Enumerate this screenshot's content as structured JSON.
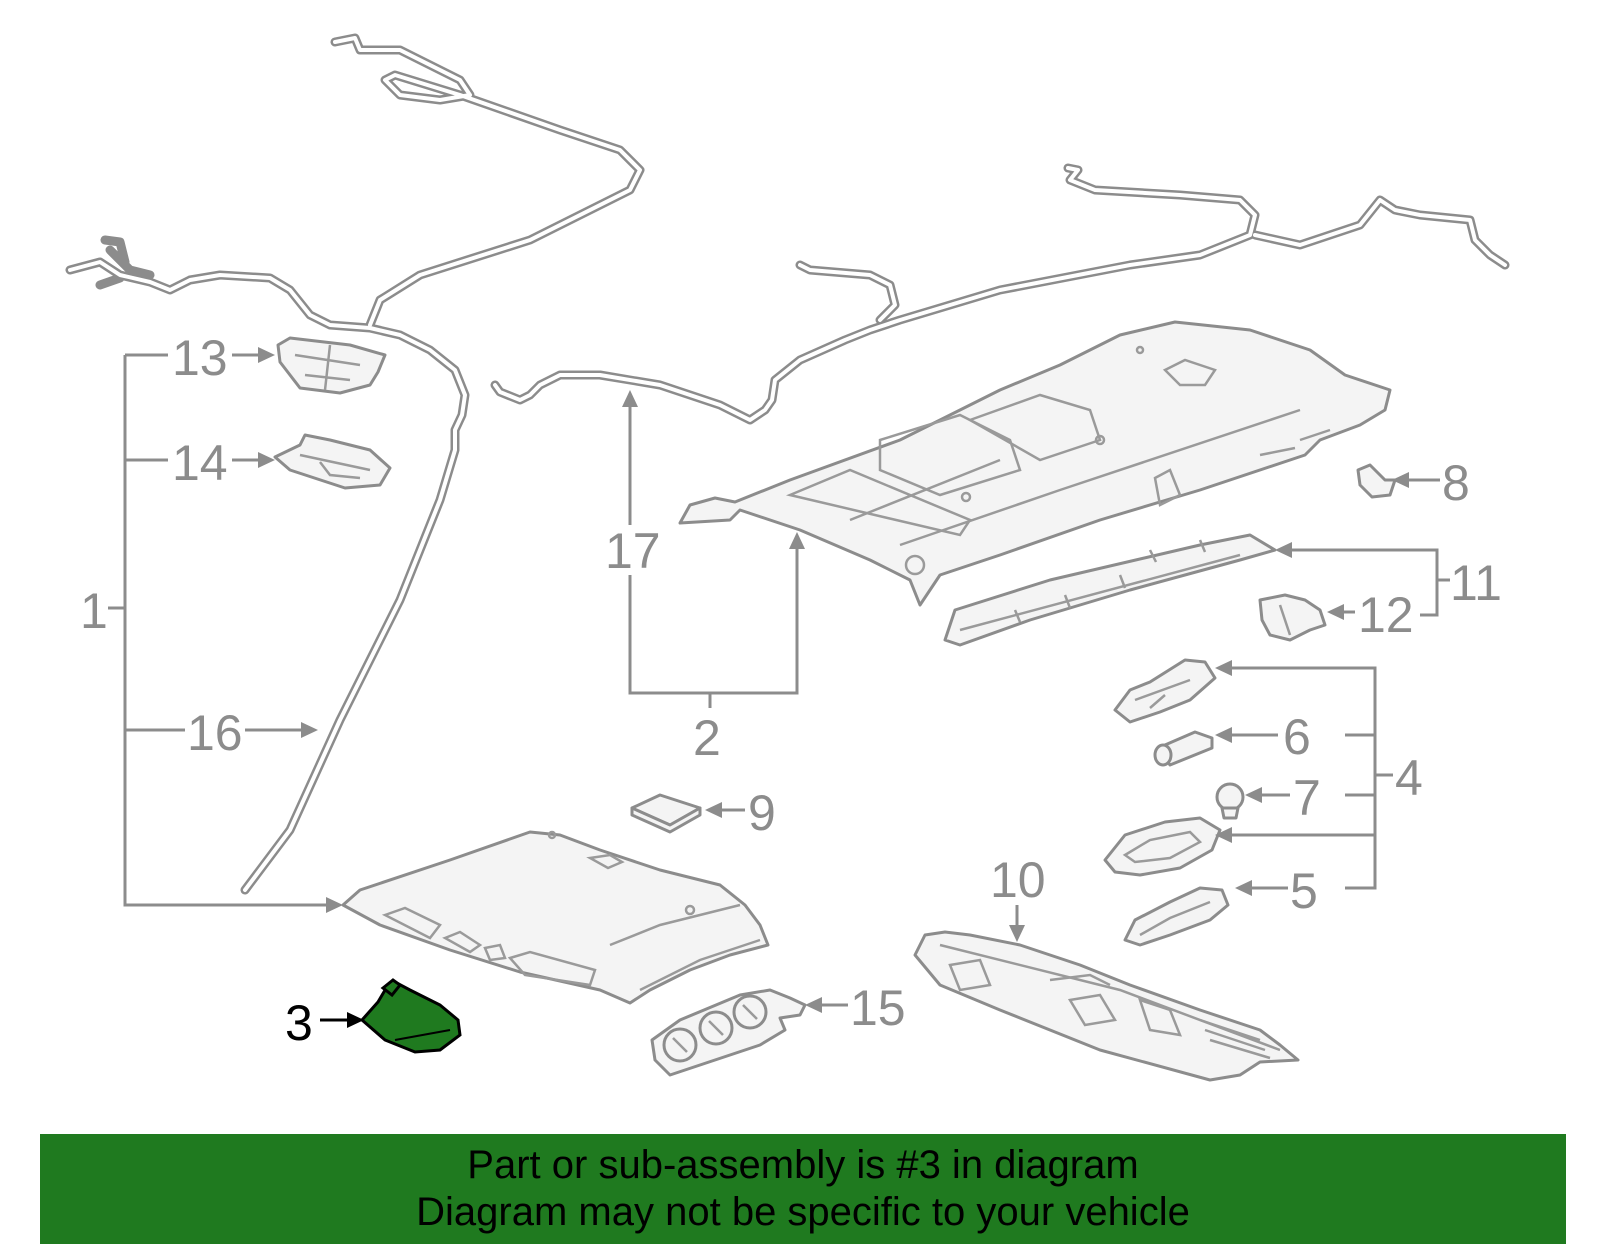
{
  "diagram": {
    "highlight_color": "#1f7a1f",
    "line_color": "#8c8c8c",
    "highlighted_part": "3",
    "callouts": [
      "1",
      "2",
      "3",
      "4",
      "5",
      "6",
      "7",
      "8",
      "9",
      "10",
      "11",
      "12",
      "13",
      "14",
      "15",
      "16",
      "17"
    ]
  },
  "banner": {
    "line1": "Part or sub-assembly is #3 in diagram",
    "line2": "Diagram may not be specific to your vehicle",
    "background": "#1f7a1f"
  }
}
